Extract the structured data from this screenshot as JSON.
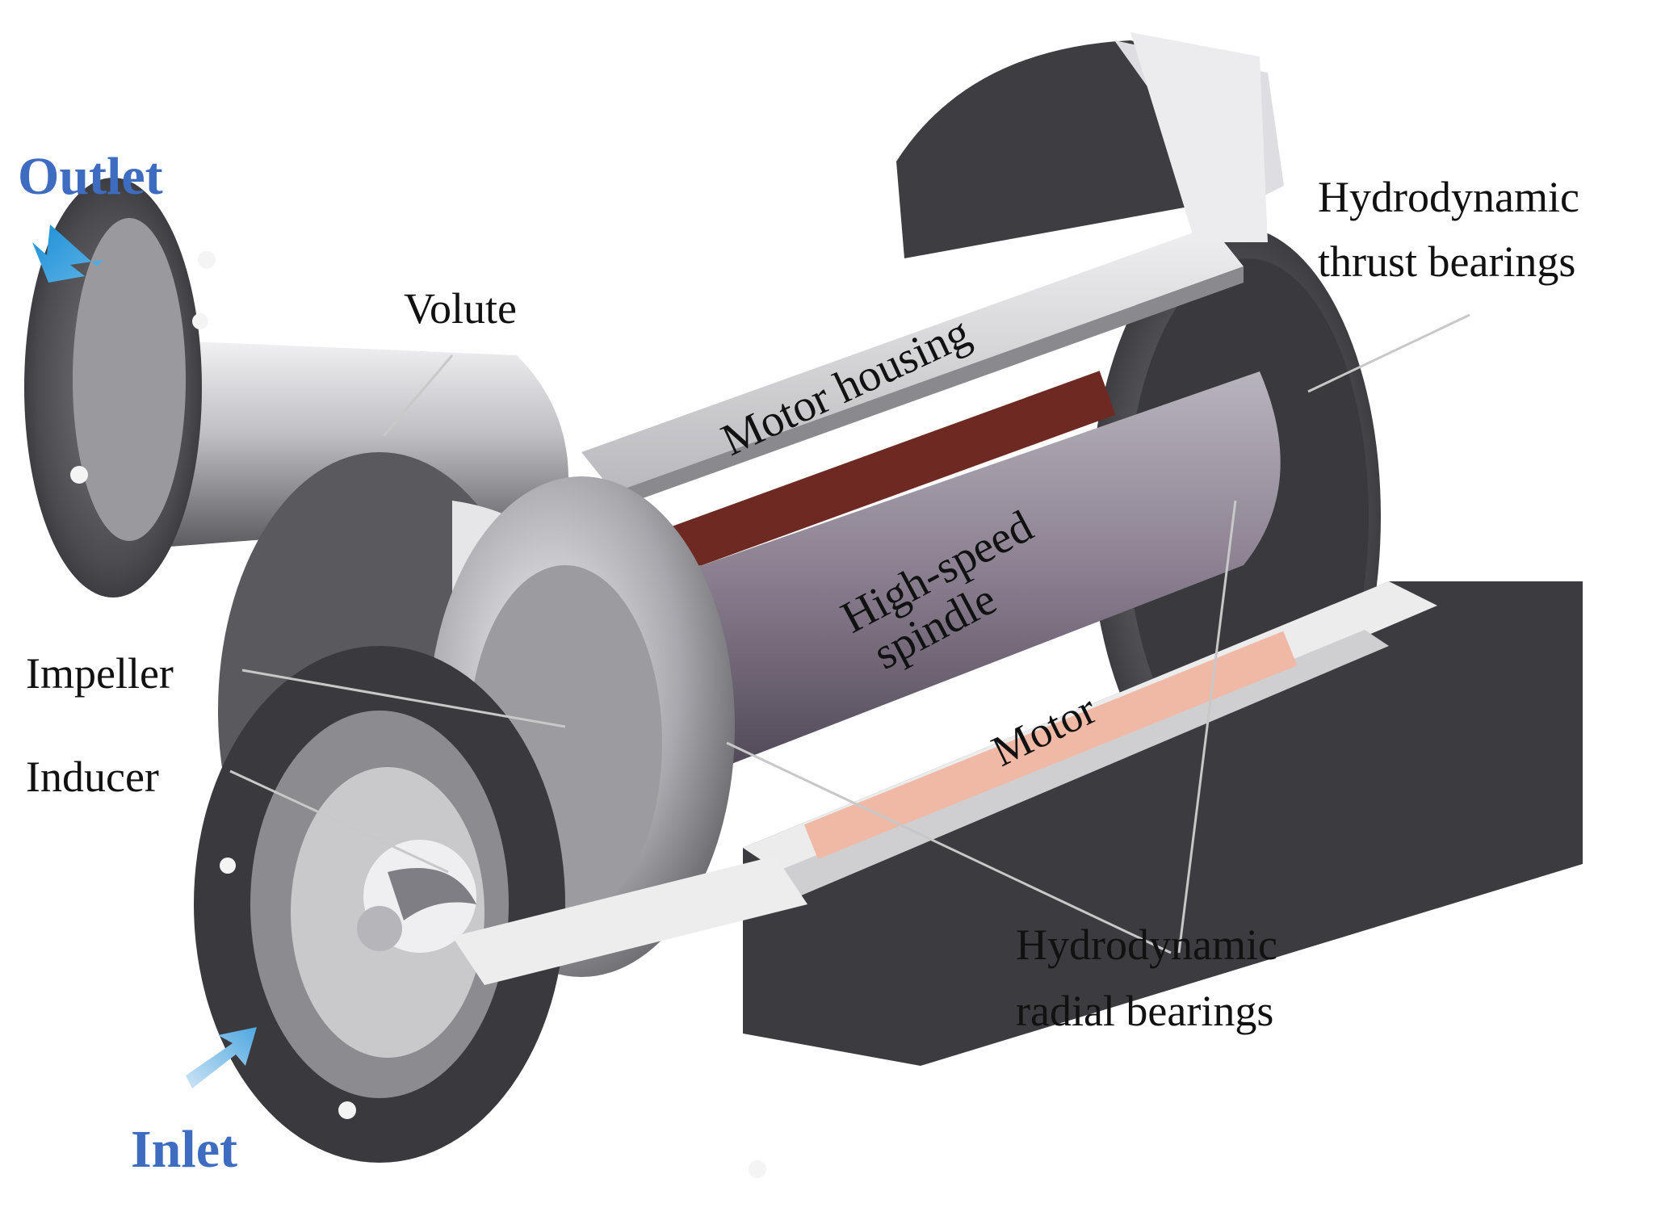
{
  "labels": {
    "outlet": "Outlet",
    "inlet": "Inlet",
    "volute": "Volute",
    "motor_housing": "Motor housing",
    "high_speed_spindle_line1": "High-speed",
    "high_speed_spindle_line2": "spindle",
    "motor": "Motor",
    "impeller": "Impeller",
    "inducer": "Inducer",
    "thrust_bearings_line1": "Hydrodynamic",
    "thrust_bearings_line2": "thrust bearings",
    "radial_bearings_line1": "Hydrodynamic",
    "radial_bearings_line2": "radial bearings"
  },
  "colors": {
    "flow_label": "#3d6cc0",
    "flow_arrow": "#2a9ad8",
    "stator": "#6e2a22",
    "motor_winding": "#f0b9a6",
    "cut_face": "#ececec",
    "metal_dark": "#4a4a4c",
    "metal_light": "#d9d9dc",
    "spindle": "#8a7f8f",
    "leader_line": "#c8c8c8"
  }
}
